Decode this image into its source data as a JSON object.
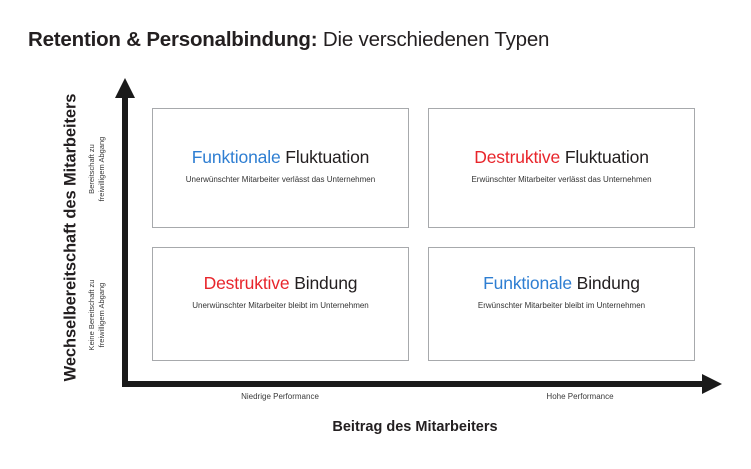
{
  "title": {
    "strong": "Retention & Personalbindung:",
    "light": "Die verschiedenen Typen"
  },
  "chart_data": {
    "type": "matrix",
    "title": "Retention & Personalbindung: Die verschiedenen Typen",
    "xlabel": "Beitrag des Mitarbeiters",
    "ylabel": "Wechselbereitschaft des Mitarbeiters",
    "x_ticks": [
      "Niedrige Performance",
      "Hohe Performance"
    ],
    "y_ticks": [
      "Keine Bereitschaft zu freiwilligem Abgang",
      "Bereitschaft zu freiwilligem Abgang"
    ],
    "grid": false,
    "legend": "none",
    "cells": [
      {
        "position": "top-left",
        "x": "Niedrige Performance",
        "y": "Bereitschaft zu freiwilligem Abgang",
        "accent_word": "Funktionale",
        "accent_color": "#2e7ed2",
        "neutral_word": "Fluktuation",
        "subtitle": "Unerwünschter Mitarbeiter verlässt das Unternehmen"
      },
      {
        "position": "top-right",
        "x": "Hohe Performance",
        "y": "Bereitschaft zu freiwilligem Abgang",
        "accent_word": "Destruktive",
        "accent_color": "#e8252b",
        "neutral_word": "Fluktuation",
        "subtitle": "Erwünschter Mitarbeiter verlässt das Unternehmen"
      },
      {
        "position": "bottom-left",
        "x": "Niedrige Performance",
        "y": "Keine Bereitschaft zu freiwilligem Abgang",
        "accent_word": "Destruktive",
        "accent_color": "#e8252b",
        "neutral_word": "Bindung",
        "subtitle": "Unerwünschter Mitarbeiter bleibt im Unternehmen"
      },
      {
        "position": "bottom-right",
        "x": "Hohe Performance",
        "y": "Keine Bereitschaft zu freiwilligem Abgang",
        "accent_word": "Funktionale",
        "accent_color": "#2e7ed2",
        "neutral_word": "Bindung",
        "subtitle": "Erwünschter Mitarbeiter bleibt im Unternehmen"
      }
    ]
  },
  "axes": {
    "y_title": "Wechselbereitschaft des Mitarbeiters",
    "x_title": "Beitrag des Mitarbeiters",
    "y_tick_upper_line1": "Bereitschaft zu",
    "y_tick_upper_line2": "freiwilligem Abgang",
    "y_tick_lower_line1": "Keine Bereitschaft zu",
    "y_tick_lower_line2": "freiwilligem Abgang",
    "x_tick_left": "Niedrige Performance",
    "x_tick_right": "Hohe Performance"
  },
  "colors": {
    "accent_blue": "#2e7ed2",
    "accent_red": "#e8252b",
    "text": "#231f20",
    "box_border": "#a7a9ac",
    "axis": "#1a1a1a"
  }
}
